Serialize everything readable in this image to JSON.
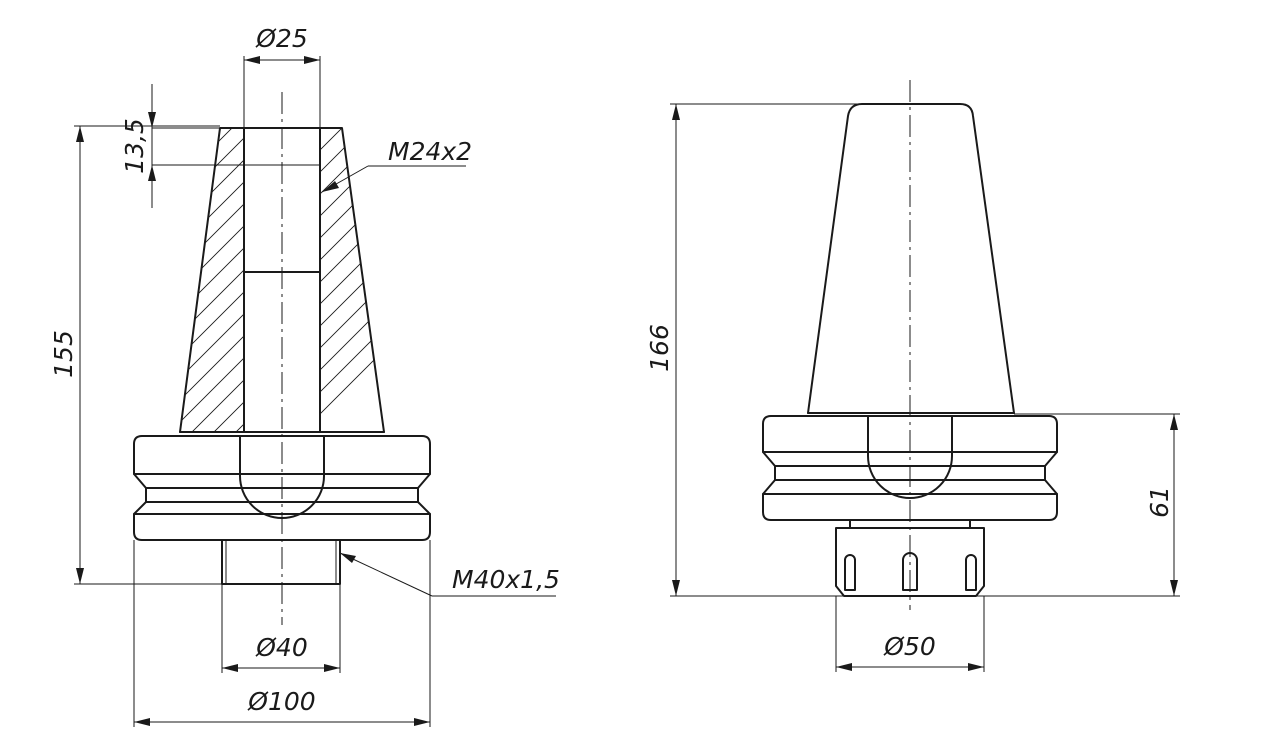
{
  "left_view": {
    "dia_top": "Ø25",
    "thread_top": "M24x2",
    "depth": "13,5",
    "height": "155",
    "thread_bottom": "M40x1,5",
    "dia_bottom": "Ø40",
    "dia_flange": "Ø100"
  },
  "right_view": {
    "height": "166",
    "lower": "61",
    "dia_nut": "Ø50"
  }
}
